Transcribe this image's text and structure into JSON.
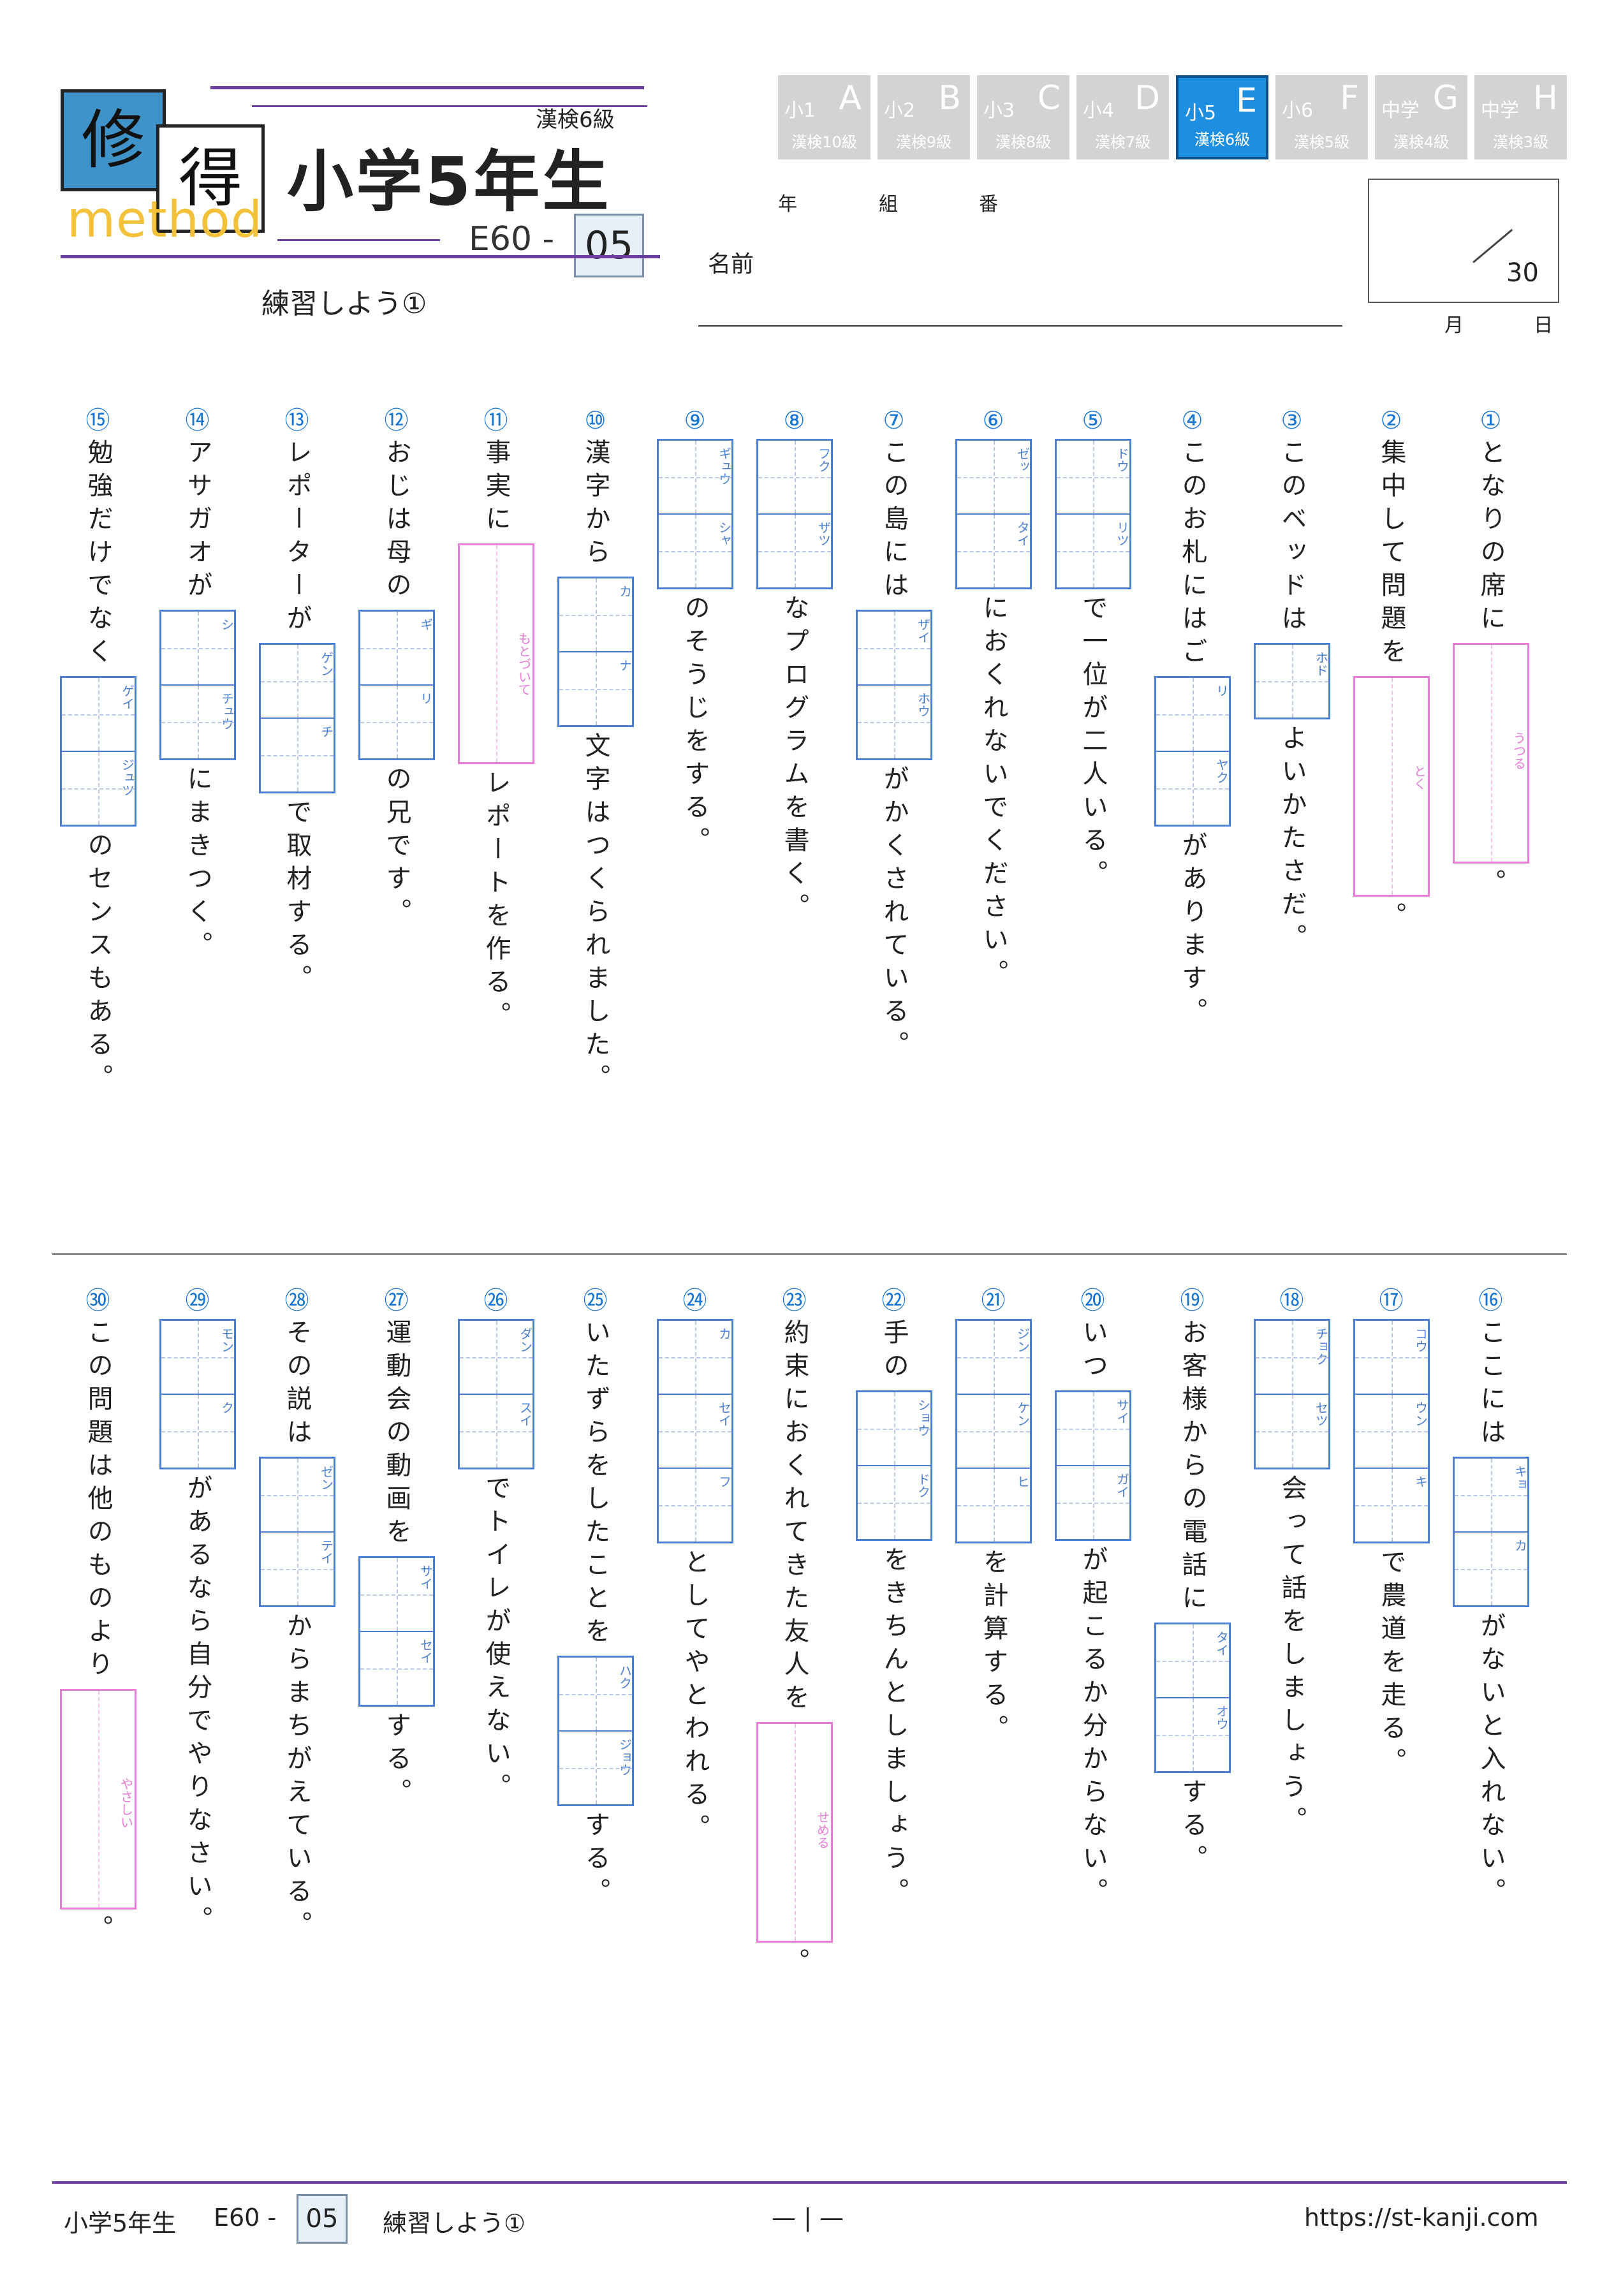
{
  "header": {
    "logo_top": "修",
    "logo_bottom": "得",
    "logo_method": "method",
    "title": "小学5年生",
    "kentei": "漢検6級",
    "code_prefix": "E60 -",
    "code_num": "05",
    "subtitle": "練習しよう①",
    "grade_tabs": [
      {
        "grade": "小1",
        "letter": "A",
        "kentei": "漢検10級",
        "active": false
      },
      {
        "grade": "小2",
        "letter": "B",
        "kentei": "漢検9級",
        "active": false
      },
      {
        "grade": "小3",
        "letter": "C",
        "kentei": "漢検8級",
        "active": false
      },
      {
        "grade": "小4",
        "letter": "D",
        "kentei": "漢検7級",
        "active": false
      },
      {
        "grade": "小5",
        "letter": "E",
        "kentei": "漢検6級",
        "active": true
      },
      {
        "grade": "小6",
        "letter": "F",
        "kentei": "漢検5級",
        "active": false
      },
      {
        "grade": "中学",
        "letter": "G",
        "kentei": "漢検4級",
        "active": false
      },
      {
        "grade": "中学",
        "letter": "H",
        "kentei": "漢検3級",
        "active": false
      }
    ],
    "nen": "年",
    "kumi": "組",
    "ban": "番",
    "name_label": "名前",
    "score_total": "30",
    "month": "月",
    "day": "日"
  },
  "questions_top": [
    {
      "num": "①",
      "parts": [
        {
          "t": "text",
          "v": "となりの席に"
        },
        {
          "t": "kana",
          "r": "うつる"
        },
        {
          "t": "text",
          "v": "。"
        }
      ]
    },
    {
      "num": "②",
      "parts": [
        {
          "t": "text",
          "v": "集中して問題を"
        },
        {
          "t": "kana",
          "r": "とく"
        },
        {
          "t": "text",
          "v": "。"
        }
      ]
    },
    {
      "num": "③",
      "parts": [
        {
          "t": "text",
          "v": "このベッドは"
        },
        {
          "t": "box",
          "r": [
            "ホド"
          ]
        },
        {
          "t": "text",
          "v": "よいかたさだ。"
        }
      ]
    },
    {
      "num": "④",
      "parts": [
        {
          "t": "text",
          "v": "このお札にはご"
        },
        {
          "t": "box",
          "r": [
            "リ",
            "ヤク"
          ]
        },
        {
          "t": "text",
          "v": "があります。"
        }
      ]
    },
    {
      "num": "⑤",
      "parts": [
        {
          "t": "box",
          "r": [
            "ドウ",
            "リツ"
          ]
        },
        {
          "t": "text",
          "v": "で一位が二人いる。"
        }
      ]
    },
    {
      "num": "⑥",
      "parts": [
        {
          "t": "box",
          "r": [
            "ゼッ",
            "タイ"
          ]
        },
        {
          "t": "text",
          "v": "におくれないでください。"
        }
      ]
    },
    {
      "num": "⑦",
      "parts": [
        {
          "t": "text",
          "v": "この島には"
        },
        {
          "t": "box",
          "r": [
            "ザイ",
            "ホウ"
          ]
        },
        {
          "t": "text",
          "v": "がかくされている。"
        }
      ]
    },
    {
      "num": "⑧",
      "parts": [
        {
          "t": "box",
          "r": [
            "フク",
            "ザツ"
          ]
        },
        {
          "t": "text",
          "v": "なプログラムを書く。"
        }
      ]
    },
    {
      "num": "⑨",
      "parts": [
        {
          "t": "box",
          "r": [
            "ギュウ",
            "シャ"
          ]
        },
        {
          "t": "text",
          "v": "のそうじをする。"
        }
      ]
    },
    {
      "num": "⑩",
      "parts": [
        {
          "t": "text",
          "v": "漢字から"
        },
        {
          "t": "box",
          "r": [
            "カ",
            "ナ"
          ]
        },
        {
          "t": "text",
          "v": "文字はつくられました。"
        }
      ]
    },
    {
      "num": "⑪",
      "parts": [
        {
          "t": "text",
          "v": "事実に"
        },
        {
          "t": "kana",
          "r": "もとづいて"
        },
        {
          "t": "text",
          "v": "レポートを作る。"
        }
      ]
    },
    {
      "num": "⑫",
      "parts": [
        {
          "t": "text",
          "v": "おじは母の"
        },
        {
          "t": "box",
          "r": [
            "ギ",
            "リ"
          ]
        },
        {
          "t": "text",
          "v": "の兄です。"
        }
      ]
    },
    {
      "num": "⑬",
      "parts": [
        {
          "t": "text",
          "v": "レポーターが"
        },
        {
          "t": "box",
          "r": [
            "ゲン",
            "チ"
          ]
        },
        {
          "t": "text",
          "v": "で取材する。"
        }
      ]
    },
    {
      "num": "⑭",
      "parts": [
        {
          "t": "text",
          "v": "アサガオが"
        },
        {
          "t": "box",
          "r": [
            "シ",
            "チュウ"
          ]
        },
        {
          "t": "text",
          "v": "にまきつく。"
        }
      ]
    },
    {
      "num": "⑮",
      "parts": [
        {
          "t": "text",
          "v": "勉強だけでなく"
        },
        {
          "t": "box",
          "r": [
            "ゲイ",
            "ジュツ"
          ]
        },
        {
          "t": "text",
          "v": "のセンスもある。"
        }
      ]
    }
  ],
  "questions_bottom": [
    {
      "num": "⑯",
      "parts": [
        {
          "t": "text",
          "v": "ここには"
        },
        {
          "t": "box",
          "r": [
            "キョ",
            "カ"
          ]
        },
        {
          "t": "text",
          "v": "がないと入れない。"
        }
      ]
    },
    {
      "num": "⑰",
      "parts": [
        {
          "t": "box",
          "r": [
            "コウ",
            "ウン",
            "キ"
          ]
        },
        {
          "t": "text",
          "v": "で農道を走る。"
        }
      ]
    },
    {
      "num": "⑱",
      "parts": [
        {
          "t": "box",
          "r": [
            "チョク",
            "セツ"
          ]
        },
        {
          "t": "text",
          "v": "会って話をしましょう。"
        }
      ]
    },
    {
      "num": "⑲",
      "parts": [
        {
          "t": "text",
          "v": "お客様からの電話に"
        },
        {
          "t": "box",
          "r": [
            "タイ",
            "オウ"
          ]
        },
        {
          "t": "text",
          "v": "する。"
        }
      ]
    },
    {
      "num": "⑳",
      "parts": [
        {
          "t": "text",
          "v": "いつ"
        },
        {
          "t": "box",
          "r": [
            "サイ",
            "ガイ"
          ]
        },
        {
          "t": "text",
          "v": "が起こるか分からない。"
        }
      ]
    },
    {
      "num": "㉑",
      "parts": [
        {
          "t": "box",
          "r": [
            "ジン",
            "ケン",
            "ヒ"
          ]
        },
        {
          "t": "text",
          "v": "を計算する。"
        }
      ]
    },
    {
      "num": "㉒",
      "parts": [
        {
          "t": "text",
          "v": "手の"
        },
        {
          "t": "box",
          "r": [
            "ショウ",
            "ドク"
          ]
        },
        {
          "t": "text",
          "v": "をきちんとしましょう。"
        }
      ]
    },
    {
      "num": "㉓",
      "parts": [
        {
          "t": "text",
          "v": "約束におくれてきた友人を"
        },
        {
          "t": "kana",
          "r": "せめる"
        },
        {
          "t": "text",
          "v": "。"
        }
      ]
    },
    {
      "num": "㉔",
      "parts": [
        {
          "t": "box",
          "r": [
            "カ",
            "セイ",
            "フ"
          ]
        },
        {
          "t": "text",
          "v": "としてやとわれる。"
        }
      ]
    },
    {
      "num": "㉕",
      "parts": [
        {
          "t": "text",
          "v": "いたずらをしたことを"
        },
        {
          "t": "box",
          "r": [
            "ハク",
            "ジョウ"
          ]
        },
        {
          "t": "text",
          "v": "する。"
        }
      ]
    },
    {
      "num": "㉖",
      "parts": [
        {
          "t": "box",
          "r": [
            "ダン",
            "スイ"
          ]
        },
        {
          "t": "text",
          "v": "でトイレが使えない。"
        }
      ]
    },
    {
      "num": "㉗",
      "parts": [
        {
          "t": "text",
          "v": "運動会の動画を"
        },
        {
          "t": "box",
          "r": [
            "サイ",
            "セイ"
          ]
        },
        {
          "t": "text",
          "v": "する。"
        }
      ]
    },
    {
      "num": "㉘",
      "parts": [
        {
          "t": "text",
          "v": "その説は"
        },
        {
          "t": "box",
          "r": [
            "ゼン",
            "テイ"
          ]
        },
        {
          "t": "text",
          "v": "からまちがえている。"
        }
      ]
    },
    {
      "num": "㉙",
      "parts": [
        {
          "t": "box",
          "r": [
            "モン",
            "ク"
          ]
        },
        {
          "t": "text",
          "v": "があるなら自分でやりなさい。"
        }
      ]
    },
    {
      "num": "㉚",
      "parts": [
        {
          "t": "text",
          "v": "この問題は他のものより"
        },
        {
          "t": "kana",
          "r": "やさしい"
        },
        {
          "t": "text",
          "v": "。"
        }
      ]
    }
  ],
  "footer": {
    "grade": "小学5年生",
    "code_prefix": "E60 -",
    "code_num": "05",
    "subtitle": "練習しよう①",
    "page": "— | —",
    "url": "https://st-kanji.com"
  },
  "colors": {
    "accent": "#1e8fe0",
    "box_border": "#4a7fd4",
    "kana_border": "#e87cd6",
    "purple": "#6b3fa0"
  }
}
